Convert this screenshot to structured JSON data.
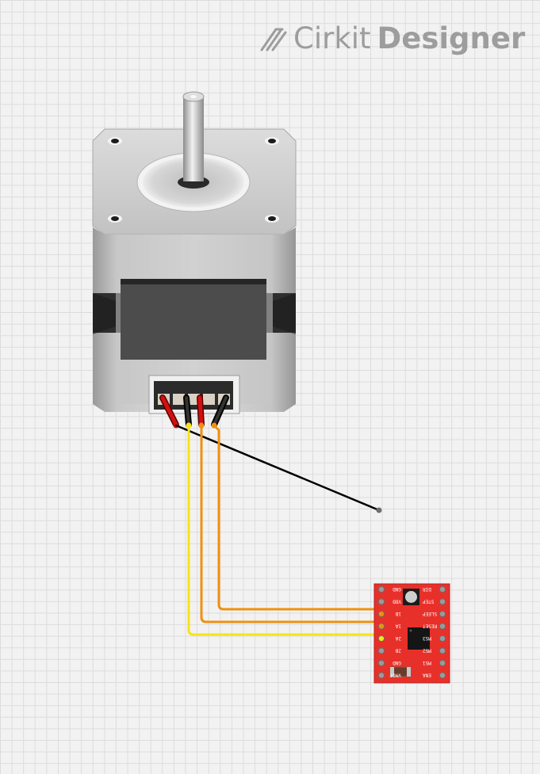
{
  "logo": {
    "word1": "Cirkit",
    "word2": "Designer",
    "icon": "cirkit-logo-icon",
    "color": "#9d9d9d"
  },
  "canvas": {
    "background": "#f2f2f2",
    "grid_color": "#dcdcdc"
  },
  "components": {
    "stepper_motor": {
      "name": "stepper-motor",
      "connector_pins": 4
    },
    "driver_board": {
      "name": "stepper-driver-board",
      "color": "#e8302a",
      "left_pins": [
        "GND",
        "VDD",
        "1B",
        "1A",
        "2A",
        "2B",
        "GND",
        "VMOT"
      ],
      "right_pins": [
        "DIR",
        "STEP",
        "SLEEP",
        "RESET",
        "MS3",
        "MS2",
        "MS1",
        "ENA"
      ]
    }
  },
  "wires": [
    {
      "from": "motor-pin-1",
      "to": "floating-end",
      "color": "#000000"
    },
    {
      "from": "motor-pin-2",
      "to": "driver-2A",
      "color": "#f5e31a"
    },
    {
      "from": "motor-pin-3",
      "to": "driver-1A",
      "color": "#f0900f"
    },
    {
      "from": "motor-pin-4",
      "to": "driver-1B",
      "color": "#f0900f"
    }
  ]
}
